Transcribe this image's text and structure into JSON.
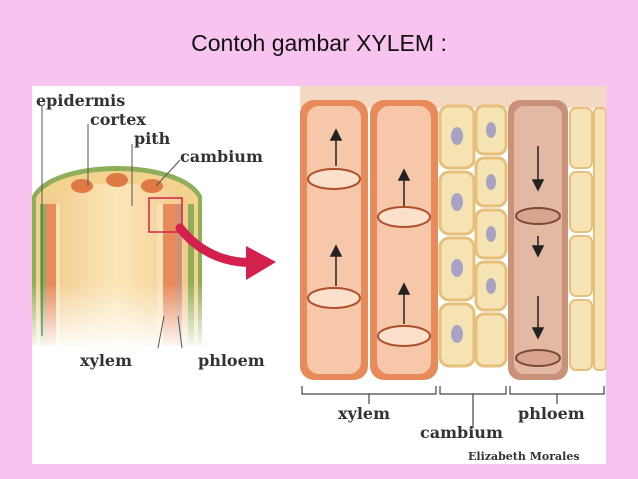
{
  "slide": {
    "title": "Contoh gambar XYLEM :"
  },
  "figure": {
    "labels": {
      "epidermis": "epidermis",
      "cortex": "cortex",
      "pith": "pith",
      "cambium_top": "cambium",
      "xylem_left": "xylem",
      "phloem_left": "phloem",
      "xylem_right": "xylem",
      "cambium_bottom": "cambium",
      "phloem_right": "phloem"
    },
    "credit": "Elizabeth Morales"
  },
  "colors": {
    "background": "#f9c3f0",
    "xylem": "#e88a5a",
    "phloem": "#c9917a",
    "cambium": "#f6e3b4",
    "arrow": "#d4204f"
  }
}
